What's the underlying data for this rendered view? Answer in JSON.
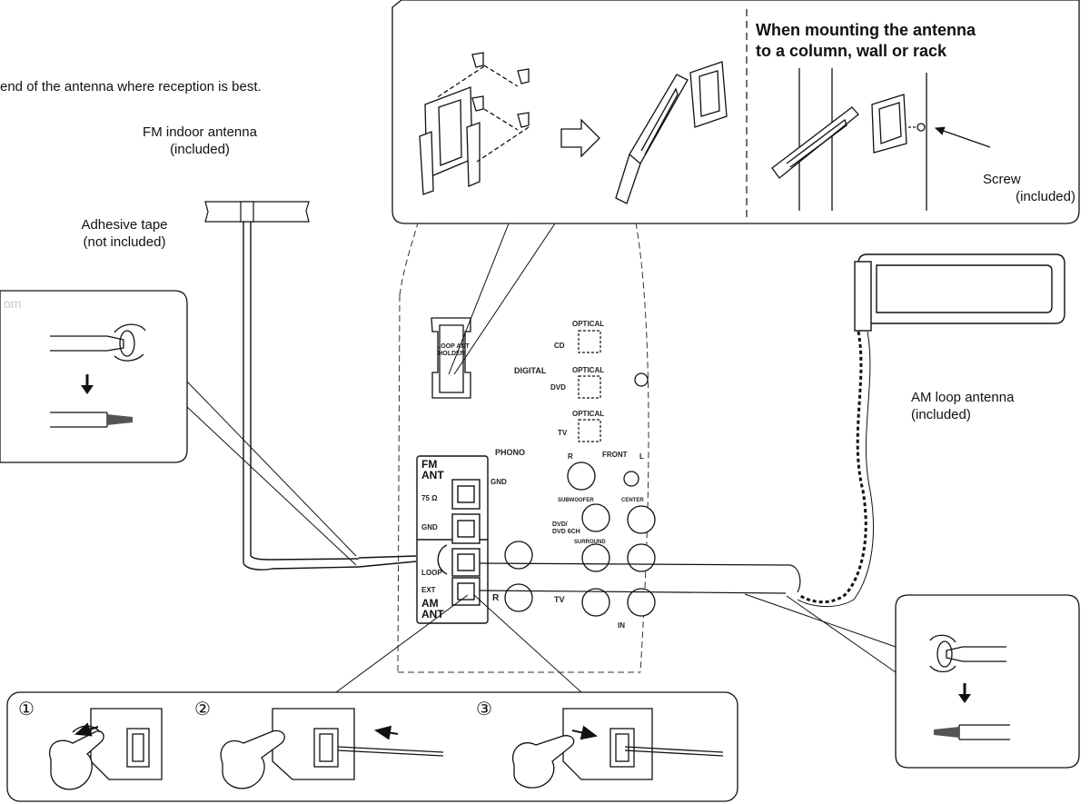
{
  "intro_text": "end of the antenna where reception is best.",
  "fm_antenna_label": [
    "FM indoor antenna",
    "(included)"
  ],
  "adhesive_tape_label": [
    "Adhesive tape",
    "(not included)"
  ],
  "mounting_title": [
    "When mounting the antenna",
    "to a column, wall or rack"
  ],
  "screw_label": [
    "Screw",
    "(included)"
  ],
  "am_loop_label": [
    "AM loop antenna",
    "(included)"
  ],
  "watermark_fragment": "om",
  "panel": {
    "loop_ant_holder": [
      "LOOP ANT",
      "HOLDER"
    ],
    "cd": "CD",
    "digital": "DIGITAL",
    "dvd": "DVD",
    "tv": "TV",
    "optical": "OPTICAL",
    "phono": "PHONO",
    "gnd": "GND",
    "front": "FRONT",
    "r": "R",
    "l": "L",
    "fm_ant": [
      "FM",
      "ANT"
    ],
    "ohm": "75 Ω",
    "gnd_terminal": "GND",
    "loop": "LOOP",
    "ext": "EXT",
    "am_ant": [
      "AM",
      "ANT"
    ],
    "subwoofer": "SUBWOOFER",
    "center": "CENTER",
    "dvd_6ch": [
      "DVD/",
      "DVD 6CH"
    ],
    "surround": "SURROUND",
    "in": "IN",
    "tv_bottom": "TV",
    "r_bottom": "R"
  },
  "steps": [
    "①",
    "②",
    "③"
  ]
}
